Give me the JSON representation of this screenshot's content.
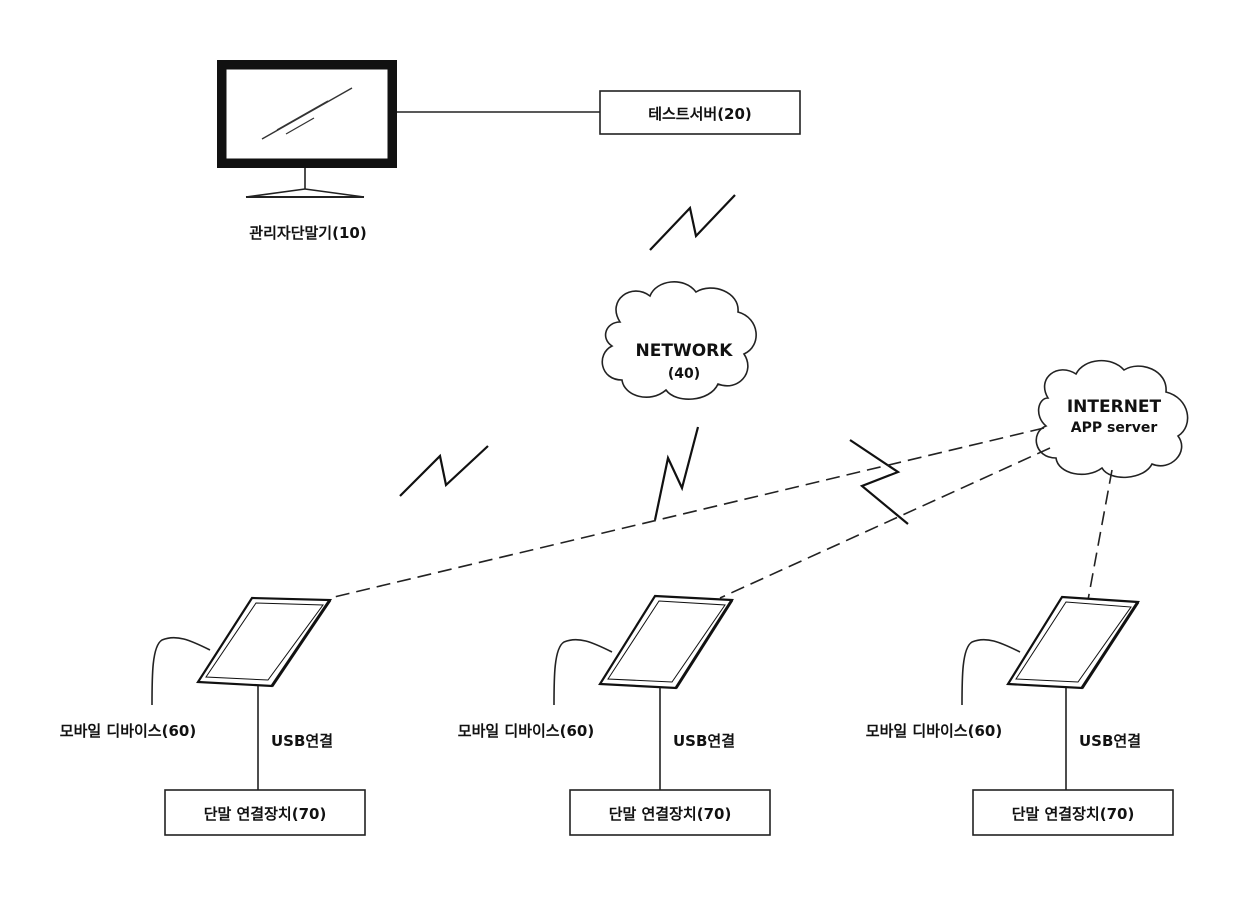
{
  "admin_terminal": {
    "label": "관리자단말기(10)"
  },
  "test_server": {
    "label": "테스트서버(20)"
  },
  "network": {
    "title": "NETWORK",
    "subtitle": "(40)"
  },
  "internet": {
    "title": "INTERNET",
    "subtitle": "APP server"
  },
  "devices": [
    {
      "device_label": "모바일 디바이스(60)",
      "usb_label": "USB연결",
      "connector_label": "단말 연결장치(70)"
    },
    {
      "device_label": "모바일 디바이스(60)",
      "usb_label": "USB연결",
      "connector_label": "단말 연결장치(70)"
    },
    {
      "device_label": "모바일 디바이스(60)",
      "usb_label": "USB연결",
      "connector_label": "단말 연결장치(70)"
    }
  ]
}
